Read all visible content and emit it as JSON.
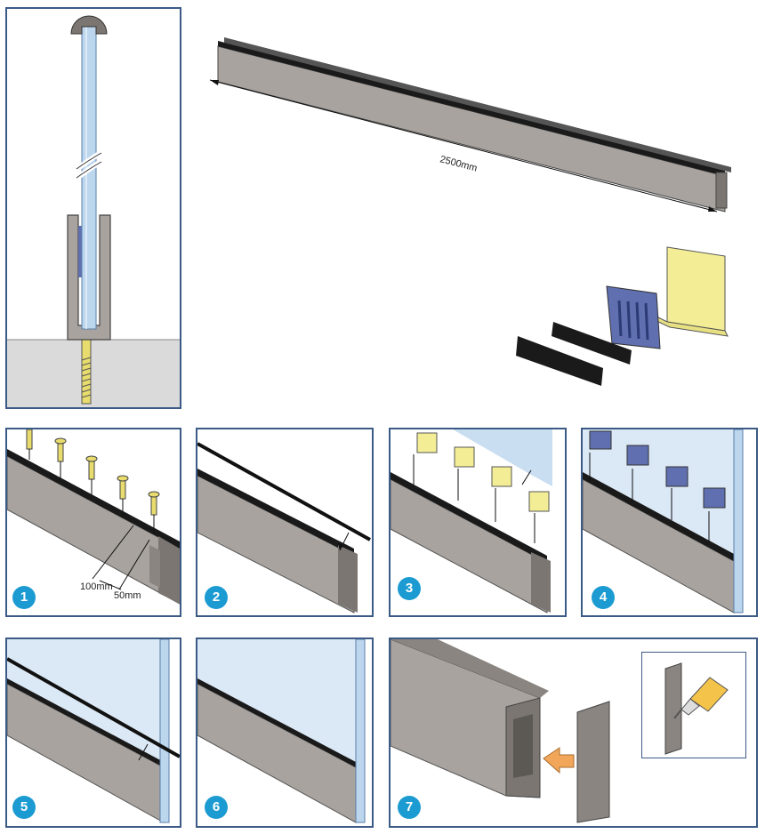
{
  "overview": {
    "length_label": "2500mm"
  },
  "steps": [
    {
      "number": "1",
      "dim_a": "100mm",
      "dim_b": "50mm"
    },
    {
      "number": "2"
    },
    {
      "number": "3"
    },
    {
      "number": "4"
    },
    {
      "number": "5"
    },
    {
      "number": "6"
    },
    {
      "number": "7"
    }
  ],
  "colors": {
    "profile": "#a8a39e",
    "profile_dark": "#7b7671",
    "glass": "#bcd6ee",
    "rubber": "#1a1a1a",
    "shim": "#f3ee95",
    "clip": "#5f6fb0",
    "screw": "#e8dc6e",
    "floor": "#dadada",
    "badge": "#1b9bd1",
    "frame": "#3b5a85",
    "arrow": "#f2a65a"
  }
}
